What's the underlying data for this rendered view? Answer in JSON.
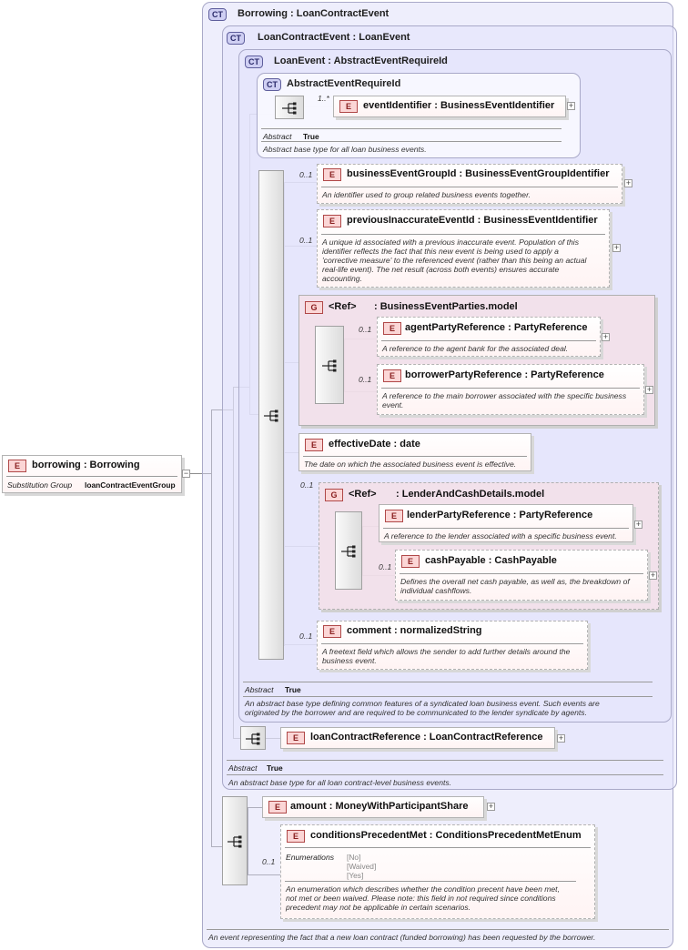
{
  "root": {
    "badge": "E",
    "title": "borrowing : Borrowing",
    "subst_label": "Substitution Group",
    "subst_value": "loanContractEventGroup",
    "collapse": "−"
  },
  "borrowing_ct": {
    "badge": "CT",
    "title": "Borrowing : LoanContractEvent",
    "doc": "An event representing the fact that a new loan contract (funded borrowing) has been requested by the borrower."
  },
  "lce_ct": {
    "badge": "CT",
    "title": "LoanContractEvent : LoanEvent",
    "abstract_label": "Abstract",
    "abstract_value": "True",
    "doc": "An abstract base type for all loan contract-level business events."
  },
  "le_ct": {
    "badge": "CT",
    "title": "LoanEvent : AbstractEventRequireId",
    "abstract_label": "Abstract",
    "abstract_value": "True",
    "doc_line1": "An abstract base type defining common features of a syndicated loan business event. Such events are",
    "doc_line2": "originated by the borrower and are required to be communicated to the lender syndicate by agents."
  },
  "aer_ct": {
    "badge": "CT",
    "title": "AbstractEventRequireId",
    "abstract_label": "Abstract",
    "abstract_value": "True",
    "doc": "Abstract base type for all loan business events."
  },
  "elements": {
    "event_identifier": {
      "badge": "E",
      "title": "eventIdentifier : BusinessEventIdentifier",
      "occ": "1..*"
    },
    "business_event_group_id": {
      "badge": "E",
      "title": "businessEventGroupId : BusinessEventGroupIdentifier",
      "occ": "0..1",
      "doc": "An identifier used to group related business events together."
    },
    "previous_inaccurate_event_id": {
      "badge": "E",
      "title": "previousInaccurateEventId : BusinessEventIdentifier",
      "occ": "0..1",
      "doc_lines": [
        "A unique id associated with a previous inaccurate event. Population of this",
        "identifier reflects the fact that this new event is being used to apply a",
        "'corrective measure' to the referenced event (rather than this being an actual",
        "real-life event). The net result (across both events) ensures accurate",
        "accounting."
      ]
    },
    "business_event_parties": {
      "badge": "G",
      "ref": "<Ref>",
      "title": ": BusinessEventParties.model"
    },
    "agent_party_reference": {
      "badge": "E",
      "title": "agentPartyReference : PartyReference",
      "occ": "0..1",
      "doc": "A reference to the agent bank for the associated deal."
    },
    "borrower_party_reference": {
      "badge": "E",
      "title": "borrowerPartyReference : PartyReference",
      "occ": "0..1",
      "doc_line1": "A reference to the main borrower associated with the specific business",
      "doc_line2": "event."
    },
    "effective_date": {
      "badge": "E",
      "title": "effectiveDate : date",
      "doc": "The date on which the associated business event is effective."
    },
    "lender_and_cash_details": {
      "badge": "G",
      "ref": "<Ref>",
      "title": ": LenderAndCashDetails.model",
      "occ": "0..1"
    },
    "lender_party_reference": {
      "badge": "E",
      "title": "lenderPartyReference : PartyReference",
      "doc": "A reference to the lender associated with a specific business event."
    },
    "cash_payable": {
      "badge": "E",
      "title": "cashPayable : CashPayable",
      "occ": "0..1",
      "doc_line1": "Defines the overall net cash payable, as well as, the breakdown of",
      "doc_line2": "individual cashflows."
    },
    "comment": {
      "badge": "E",
      "title": "comment : normalizedString",
      "occ": "0..1",
      "doc_line1": "A freetext field which allows the sender to add further details around the",
      "doc_line2": "business event."
    },
    "loan_contract_reference": {
      "badge": "E",
      "title": "loanContractReference : LoanContractReference"
    },
    "amount": {
      "badge": "E",
      "title": "amount  : MoneyWithParticipantShare"
    },
    "conditions_precedent_met": {
      "badge": "E",
      "title": "conditionsPrecedentMet : ConditionsPrecedentMetEnum",
      "occ": "0..1",
      "enum_label": "Enumerations",
      "enum_values": [
        "[No]",
        "[Waived]",
        "[Yes]"
      ],
      "doc_lines": [
        "An enumeration which describes whether the condition precent have been met,",
        "not met or been waived. Please note: this field in not required since conditions",
        "precedent may not be applicable in certain scenarios."
      ]
    }
  },
  "plus_glyph": "+"
}
